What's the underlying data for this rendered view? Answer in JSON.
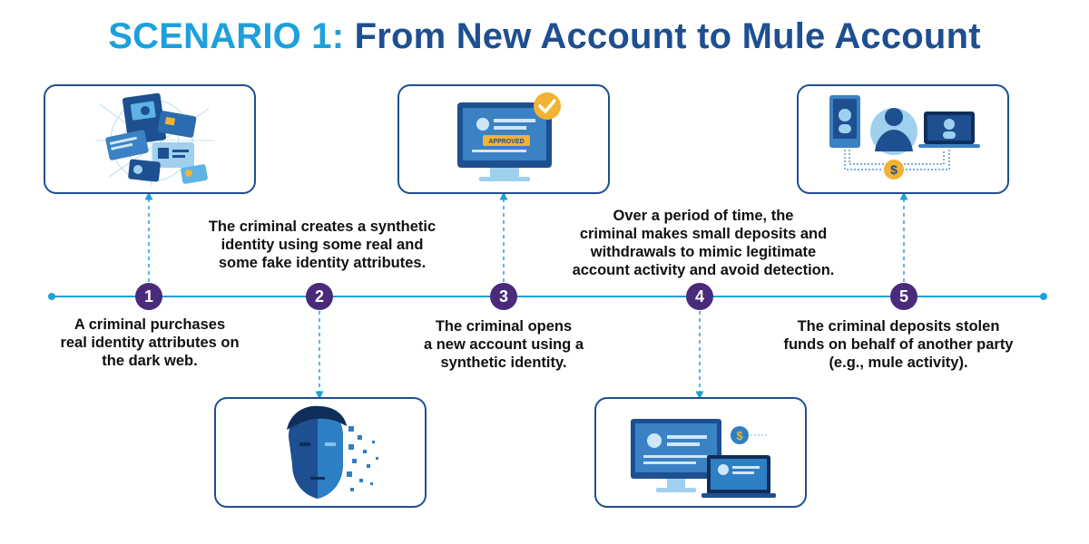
{
  "title": {
    "prefix": "SCENARIO 1:",
    "main": "From New Account to Mule Account"
  },
  "colors": {
    "accent_light": "#1ea0db",
    "accent_dark": "#1d4f91",
    "step_circle": "#4a2a7a",
    "timeline": "#1ea0db"
  },
  "steps": [
    {
      "number": "1",
      "text": [
        "A criminal purchases",
        "real identity attributes on",
        "the dark web."
      ],
      "icon": "identity-documents-icon"
    },
    {
      "number": "2",
      "text": [
        "The criminal creates a synthetic",
        "identity using some real and",
        "some fake identity attributes."
      ],
      "icon": "digital-face-icon"
    },
    {
      "number": "3",
      "text": [
        "The criminal opens",
        "a new account using a",
        "synthetic identity."
      ],
      "icon": "approved-monitor-icon",
      "badge": "APPROVED"
    },
    {
      "number": "4",
      "text": [
        "Over a period of time, the",
        "criminal makes small deposits and",
        "withdrawals to mimic legitimate",
        "account activity and avoid detection."
      ],
      "icon": "computer-transactions-icon"
    },
    {
      "number": "5",
      "text": [
        "The criminal deposits stolen",
        "funds on behalf of another party",
        "(e.g., mule activity)."
      ],
      "icon": "mule-network-icon"
    }
  ]
}
